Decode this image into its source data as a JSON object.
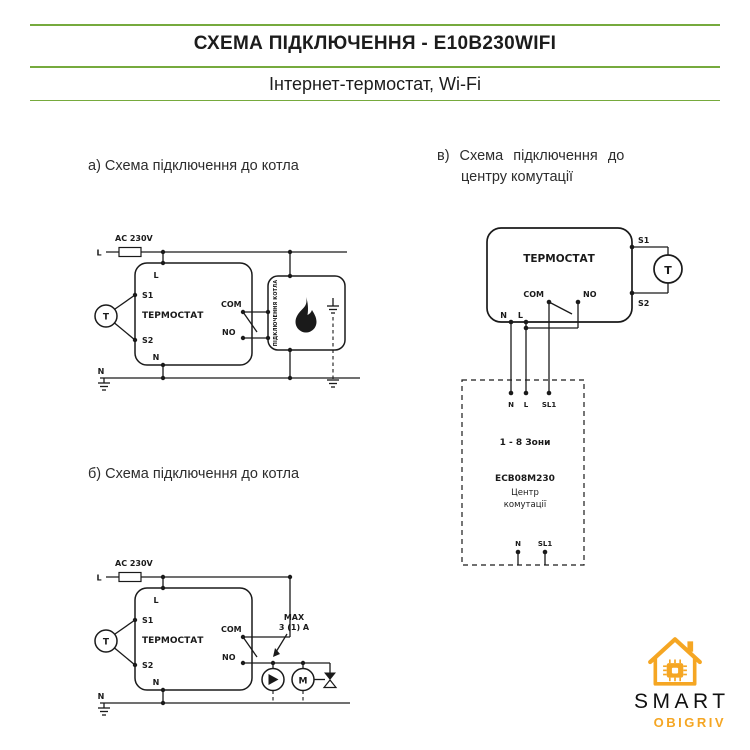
{
  "header": {
    "title": "СХЕМА ПІДКЛЮЧЕННЯ - E10B230WIFI",
    "subtitle": "Інтернет-термостат, Wi-Fi"
  },
  "sections": {
    "a": "а) Схема підключення до котла",
    "b": "б) Схема підключення до котла",
    "v1": "в)  Схема  підключення  до",
    "v2": "центру комутації"
  },
  "labels": {
    "ac": "AC 230V",
    "L": "L",
    "N": "N",
    "S1": "S1",
    "S2": "S2",
    "COM": "COM",
    "NO": "NO",
    "T": "T",
    "M": "M",
    "thermostat": "ТЕРМОСТАТ",
    "boiler_connection": "ПІДКЛЮЧЕННЯ КОТЛА",
    "max": "MAX",
    "max_value": "3 (1) A",
    "SL1": "SL1",
    "zones": "1 - 8 Зони",
    "model": "ECB08M230",
    "center_line1": "Центр",
    "center_line2": "комутації"
  },
  "logo": {
    "name": "SMART",
    "sub": "OBIGRIV"
  },
  "colors": {
    "accent_green": "#76AA3D",
    "diagram_ink": "#1A1A1A",
    "logo_orange": "#F5A623"
  }
}
